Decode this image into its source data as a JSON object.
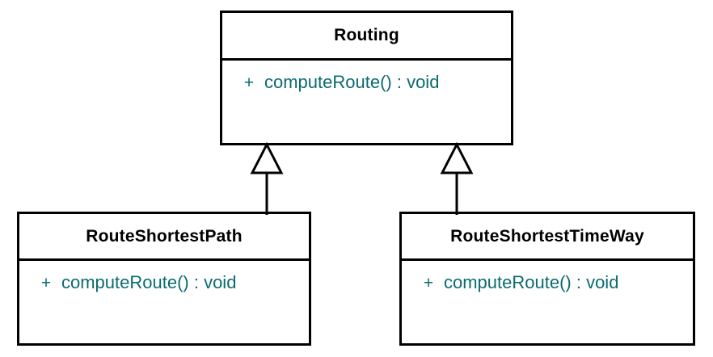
{
  "diagram": {
    "type": "uml-class-diagram",
    "background_color": "#ffffff",
    "border_color": "#000000",
    "title_color": "#000000",
    "member_color": "#0a6b70",
    "classes": [
      {
        "id": "routing",
        "name": "Routing",
        "role": "parent",
        "members": [
          {
            "visibility": "+",
            "signature": "computeRoute() : void"
          }
        ]
      },
      {
        "id": "route-shortest-path",
        "name": "RouteShortestPath",
        "role": "child",
        "members": [
          {
            "visibility": "+",
            "signature": "computeRoute() : void"
          }
        ]
      },
      {
        "id": "route-shortest-time-way",
        "name": "RouteShortestTimeWay",
        "role": "child",
        "members": [
          {
            "visibility": "+",
            "signature": "computeRoute() : void"
          }
        ]
      }
    ],
    "relationships": [
      {
        "id": "generalization-left",
        "kind": "generalization",
        "from": "RouteShortestPath",
        "to": "Routing",
        "arrowhead": "hollow-triangle"
      },
      {
        "id": "generalization-right",
        "kind": "generalization",
        "from": "RouteShortestTimeWay",
        "to": "Routing",
        "arrowhead": "hollow-triangle"
      }
    ]
  }
}
